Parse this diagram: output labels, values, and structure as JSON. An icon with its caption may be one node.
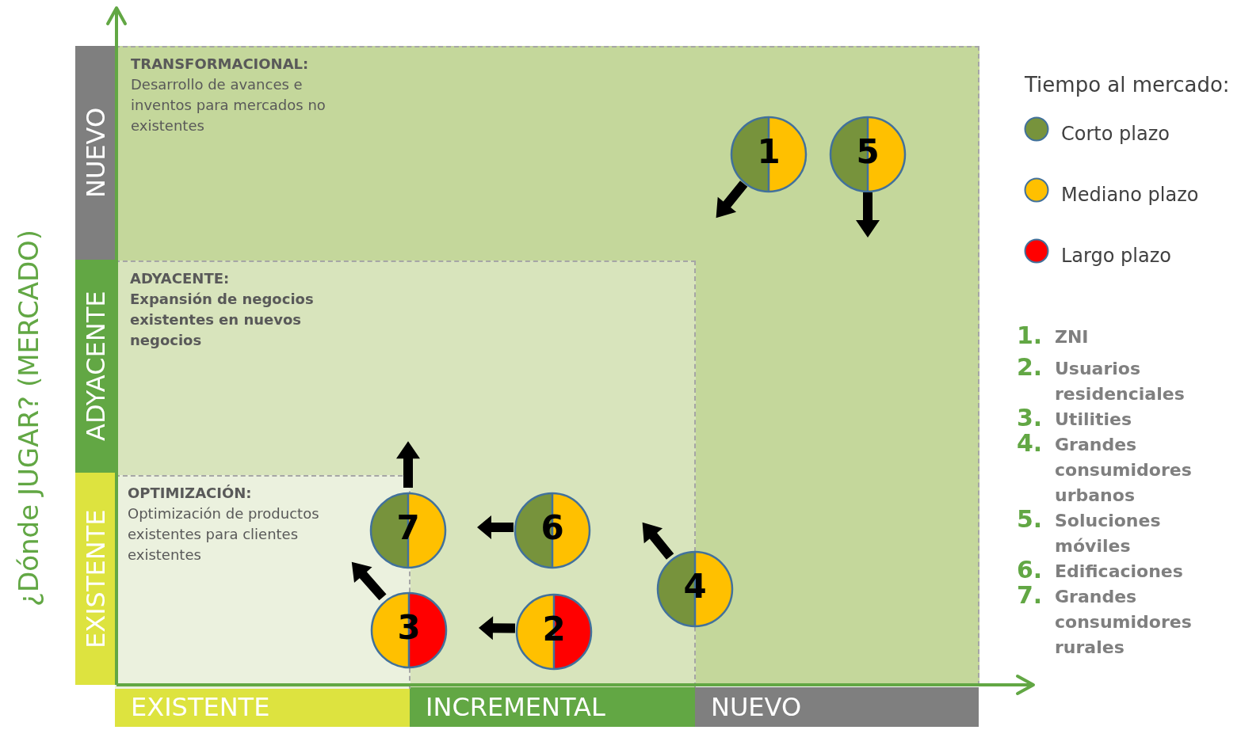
{
  "diagram": {
    "nodes": [
      {
        "text": [
          "NUEVO"
        ]
      },
      {
        "text": [
          "ADYACENTE"
        ]
      },
      {
        "text": [
          "EXISTENTE"
        ]
      },
      {
        "text": [
          "EXISTENTE"
        ]
      },
      {
        "text": [
          "INCREMENTAL"
        ]
      },
      {
        "text": [
          "NUEVO"
        ]
      },
      {
        "text": [
          "TRANSFORMACIONAL:",
          "Desarrollo de avances e inventos para mercados no existentes"
        ]
      },
      {
        "text": [
          "ADYACENTE:",
          "Expansión de negocios existentes en nuevos negocios"
        ],
        "in": 6
      },
      {
        "text": [
          "OPTIMIZACIÓN:",
          "Optimización de productos existentes para clientes existentes"
        ],
        "in": 7
      },
      {
        "text": [
          "1"
        ],
        "in": 6
      },
      {
        "text": [
          "5"
        ],
        "in": 6
      },
      {
        "text": [
          "7"
        ],
        "in": 7
      },
      {
        "text": [
          "6"
        ],
        "in": 7
      },
      {
        "text": [
          "4"
        ],
        "in": 6
      },
      {
        "text": [
          "3"
        ],
        "in": 7
      },
      {
        "text": [
          "2"
        ],
        "in": 7
      }
    ],
    "edges": [
      {
        "from": 12,
        "to": 11,
        "arrow": "to"
      },
      {
        "from": 15,
        "to": 14,
        "arrow": "to"
      }
    ],
    "labels": [
      "¿Dónde JUGAR? (MERCADO)",
      "Tiempo al mercado:",
      "1.",
      "ZNI",
      "2.",
      "Usuarios residenciales",
      "3.",
      "Utilities",
      "4.",
      "Grandes consumidores urbanos",
      "5.",
      "Soluciones móviles",
      "6.",
      "Edificaciones",
      "7.",
      "Grandes consumidores rurales"
    ],
    "legend": [
      {
        "text": "Corto plazo",
        "color": "#77933c"
      },
      {
        "text": "Mediano plazo",
        "color": "#ffc000"
      },
      {
        "text": "Largo plazo",
        "color": "#ff0000"
      }
    ]
  }
}
